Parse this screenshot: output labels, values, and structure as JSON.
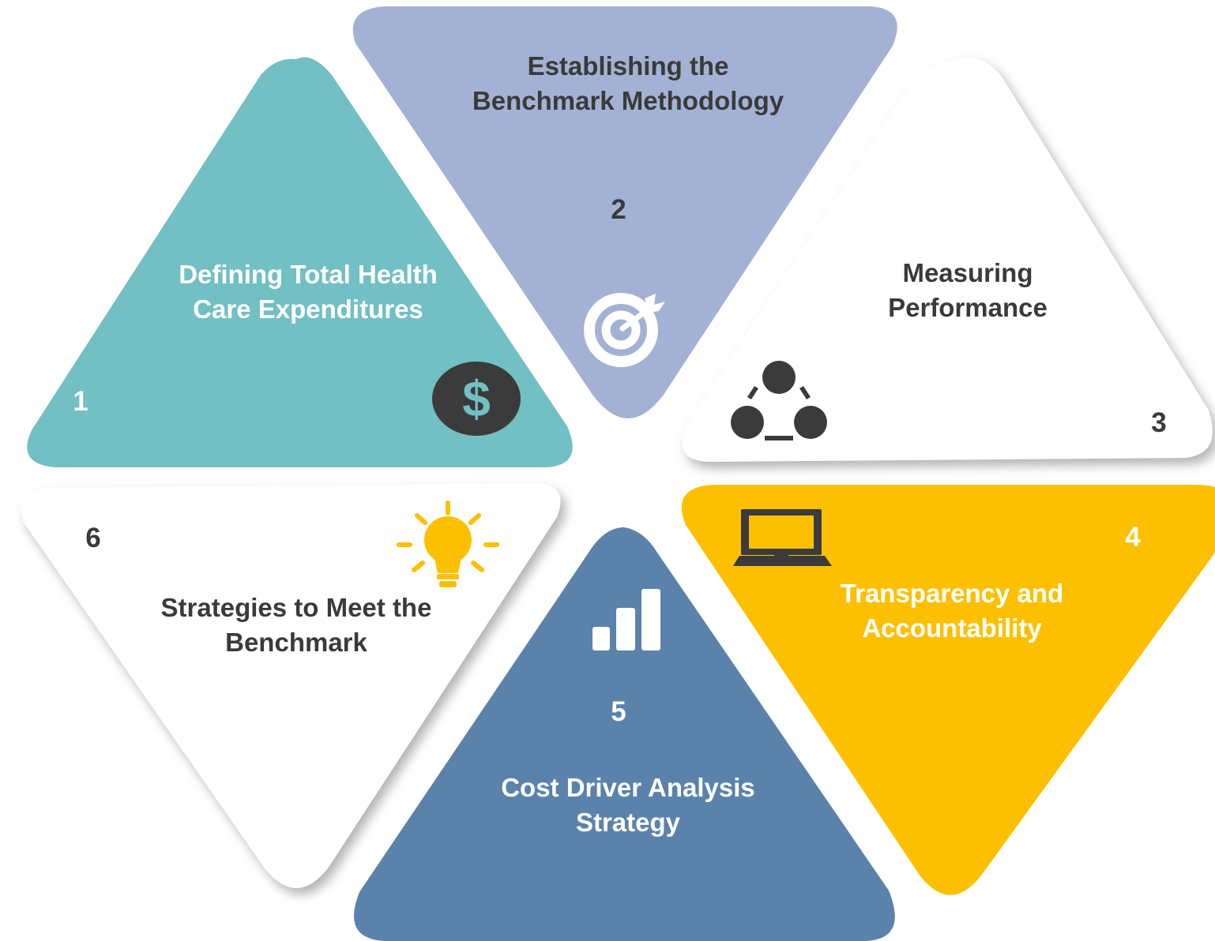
{
  "colors": {
    "teal": "#72bfc4",
    "lavender": "#a3b2d4",
    "white": "#ffffff",
    "gold": "#fdc000",
    "steel_blue": "#5a82aa",
    "dark_text": "#3a3a3a",
    "light_text": "#ffffff",
    "dark_icon": "#3b3b3b",
    "shadow": "#b4b4b4"
  },
  "segments": [
    {
      "number": "1",
      "title_lines": [
        "Defining Total Health",
        "Care Expenditures"
      ],
      "icon": "dollar-coin-icon"
    },
    {
      "number": "2",
      "title_lines": [
        "Establishing the",
        "Benchmark Methodology"
      ],
      "icon": "target-icon"
    },
    {
      "number": "3",
      "title_lines": [
        "Measuring",
        "Performance"
      ],
      "icon": "cycle-nodes-icon"
    },
    {
      "number": "4",
      "title_lines": [
        "Transparency and",
        "Accountability"
      ],
      "icon": "laptop-icon"
    },
    {
      "number": "5",
      "title_lines": [
        "Cost Driver Analysis",
        "Strategy"
      ],
      "icon": "bar-chart-icon"
    },
    {
      "number": "6",
      "title_lines": [
        "Strategies to Meet the",
        "Benchmark"
      ],
      "icon": "lightbulb-icon"
    }
  ]
}
